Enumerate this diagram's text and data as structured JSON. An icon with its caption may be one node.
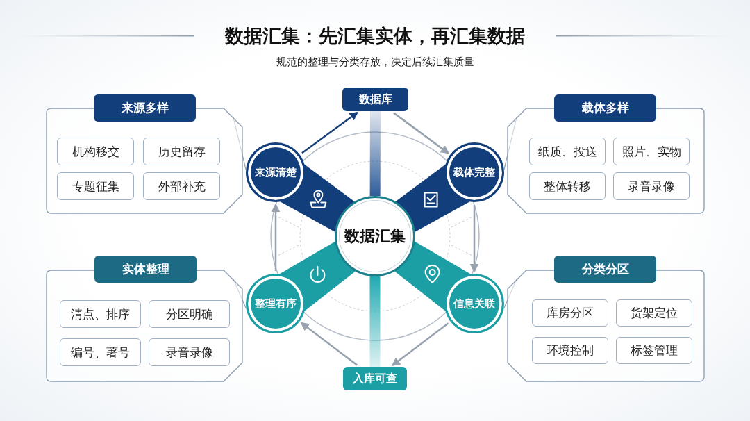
{
  "diagram": {
    "title": "数据汇集：先汇集实体，再汇集数据",
    "nodes": [
      {
        "text": [
          "来源多样"
        ]
      },
      {
        "text": [
          "机构移交"
        ],
        "in": 0
      },
      {
        "text": [
          "历史留存"
        ],
        "in": 0
      },
      {
        "text": [
          "专题征集"
        ],
        "in": 0
      },
      {
        "text": [
          "外部补充"
        ],
        "in": 0
      },
      {
        "text": [
          "载体多样"
        ]
      },
      {
        "text": [
          "纸质、投送"
        ],
        "in": 5
      },
      {
        "text": [
          "照片、实物"
        ],
        "in": 5
      },
      {
        "text": [
          "整体转移"
        ],
        "in": 5
      },
      {
        "text": [
          "录音录像"
        ],
        "in": 5
      },
      {
        "text": [
          "实体整理"
        ]
      },
      {
        "text": [
          "清点、排序"
        ],
        "in": 10
      },
      {
        "text": [
          "分区明确"
        ],
        "in": 10
      },
      {
        "text": [
          "编号、著号"
        ],
        "in": 10
      },
      {
        "text": [
          "录音录像"
        ],
        "in": 10
      },
      {
        "text": [
          "分类分区"
        ]
      },
      {
        "text": [
          "库房分区"
        ],
        "in": 15
      },
      {
        "text": [
          "货架定位"
        ],
        "in": 15
      },
      {
        "text": [
          "环境控制"
        ],
        "in": 15
      },
      {
        "text": [
          "标签管理"
        ],
        "in": 15
      },
      {
        "text": [
          "数据库"
        ]
      },
      {
        "text": [
          "入库可查"
        ]
      },
      {
        "text": [
          "数据汇集"
        ]
      },
      {
        "text": [
          "来源清楚"
        ]
      },
      {
        "text": [
          "载体完整"
        ]
      },
      {
        "text": [
          "信息关联"
        ]
      },
      {
        "text": [
          "整理有序"
        ]
      }
    ],
    "edges": [
      {
        "from": 23,
        "to": 20,
        "arrow": "to",
        "color": "#163f7a"
      },
      {
        "from": 20,
        "to": 24,
        "arrow": "to"
      },
      {
        "from": 24,
        "to": 25,
        "arrow": "to"
      },
      {
        "from": 25,
        "to": 21,
        "arrow": "to"
      },
      {
        "from": 21,
        "to": 26,
        "arrow": "to"
      },
      {
        "from": 26,
        "to": 23,
        "arrow": "to"
      },
      {
        "from": 0,
        "to": 23,
        "arrow": "none"
      },
      {
        "from": 5,
        "to": 24,
        "arrow": "none"
      },
      {
        "from": 10,
        "to": 26,
        "arrow": "none"
      },
      {
        "from": 15,
        "to": 25,
        "arrow": "none"
      },
      {
        "from": 20,
        "to": 22,
        "arrow": "none",
        "style": "thick",
        "color": "#2f5d9a"
      },
      {
        "from": 22,
        "to": 21,
        "arrow": "none",
        "style": "thick",
        "color": "#22aab2"
      }
    ],
    "labels": [
      "规范的整理与分类存放，决定后续汇集质量"
    ]
  }
}
